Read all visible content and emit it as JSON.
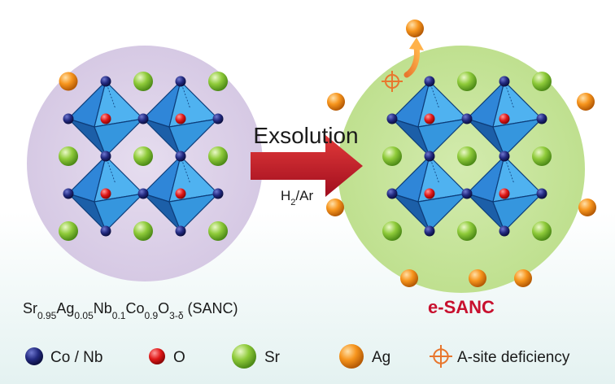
{
  "process": {
    "label": "Exsolution",
    "gas_main": "H",
    "gas_sub": "2",
    "gas_rest": "/Ar"
  },
  "formula": {
    "parts": [
      {
        "t": "Sr",
        "sub": false
      },
      {
        "t": "0.95",
        "sub": true
      },
      {
        "t": "Ag",
        "sub": false
      },
      {
        "t": "0.05",
        "sub": true
      },
      {
        "t": "Nb",
        "sub": false
      },
      {
        "t": "0.1",
        "sub": true
      },
      {
        "t": "Co",
        "sub": false
      },
      {
        "t": "0.9",
        "sub": true
      },
      {
        "t": "O",
        "sub": false
      },
      {
        "t": "3-δ",
        "sub": true
      },
      {
        "t": " (SANC)",
        "sub": false
      }
    ]
  },
  "product": {
    "label": "e-SANC"
  },
  "legend": [
    {
      "label": "Co / Nb",
      "kind": "conb"
    },
    {
      "label": "O",
      "kind": "o"
    },
    {
      "label": "Sr",
      "kind": "sr"
    },
    {
      "label": "Ag",
      "kind": "ag"
    },
    {
      "label": "A-site deficiency",
      "kind": "deficiency"
    }
  ],
  "colors": {
    "left_circle": "#dcd2e8",
    "right_circle": "#c7e3a0",
    "arrow": "#c8102e",
    "product_label": "#c8102e",
    "octahedron_light": "#3aa3e8",
    "octahedron_dark": "#1e6fb8",
    "co_nb": "#1a1f6b",
    "oxygen": "#d81e1e",
    "sr": "#8cc63f",
    "ag": "#f7941d",
    "deficiency": "#e8772e"
  }
}
